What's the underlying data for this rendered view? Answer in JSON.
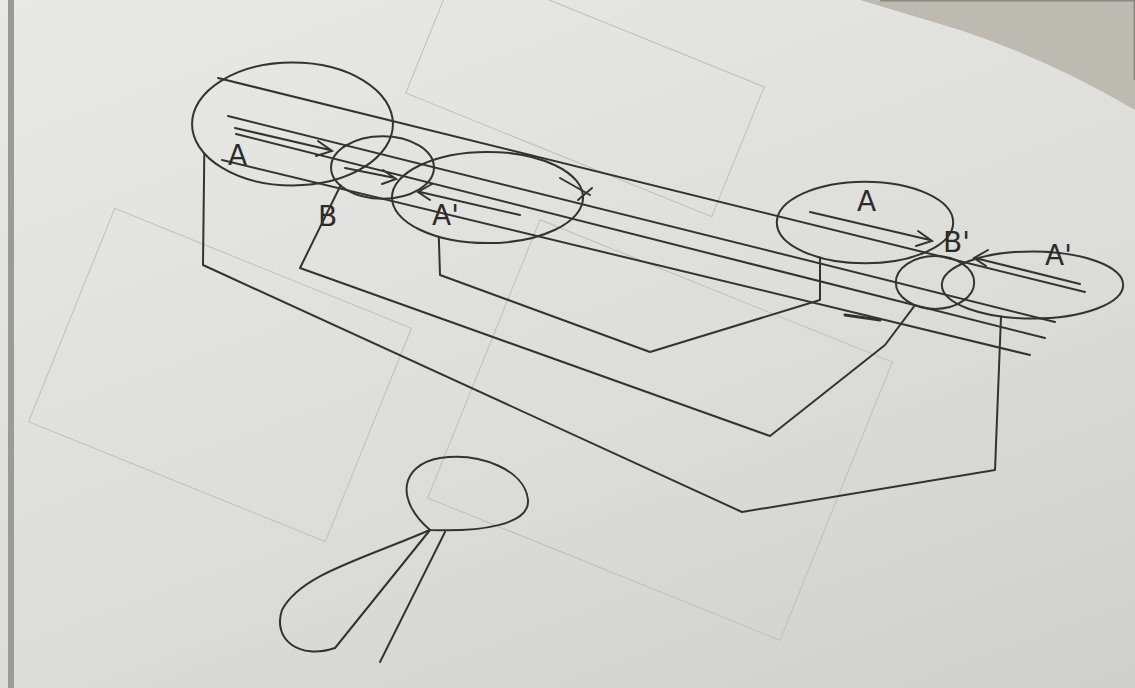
{
  "diagram": {
    "nodes": [
      {
        "text": [
          "A"
        ]
      },
      {
        "text": [
          "B"
        ]
      },
      {
        "text": [
          "A'"
        ]
      },
      {
        "text": [
          "A"
        ]
      },
      {
        "text": [
          "B'"
        ]
      },
      {
        "text": [
          "A'"
        ]
      }
    ],
    "edges": [
      {
        "from": 0,
        "to": 5,
        "arrow": "none"
      },
      {
        "from": 1,
        "to": 4,
        "arrow": "none"
      },
      {
        "from": 2,
        "to": 3,
        "arrow": "none"
      }
    ]
  }
}
